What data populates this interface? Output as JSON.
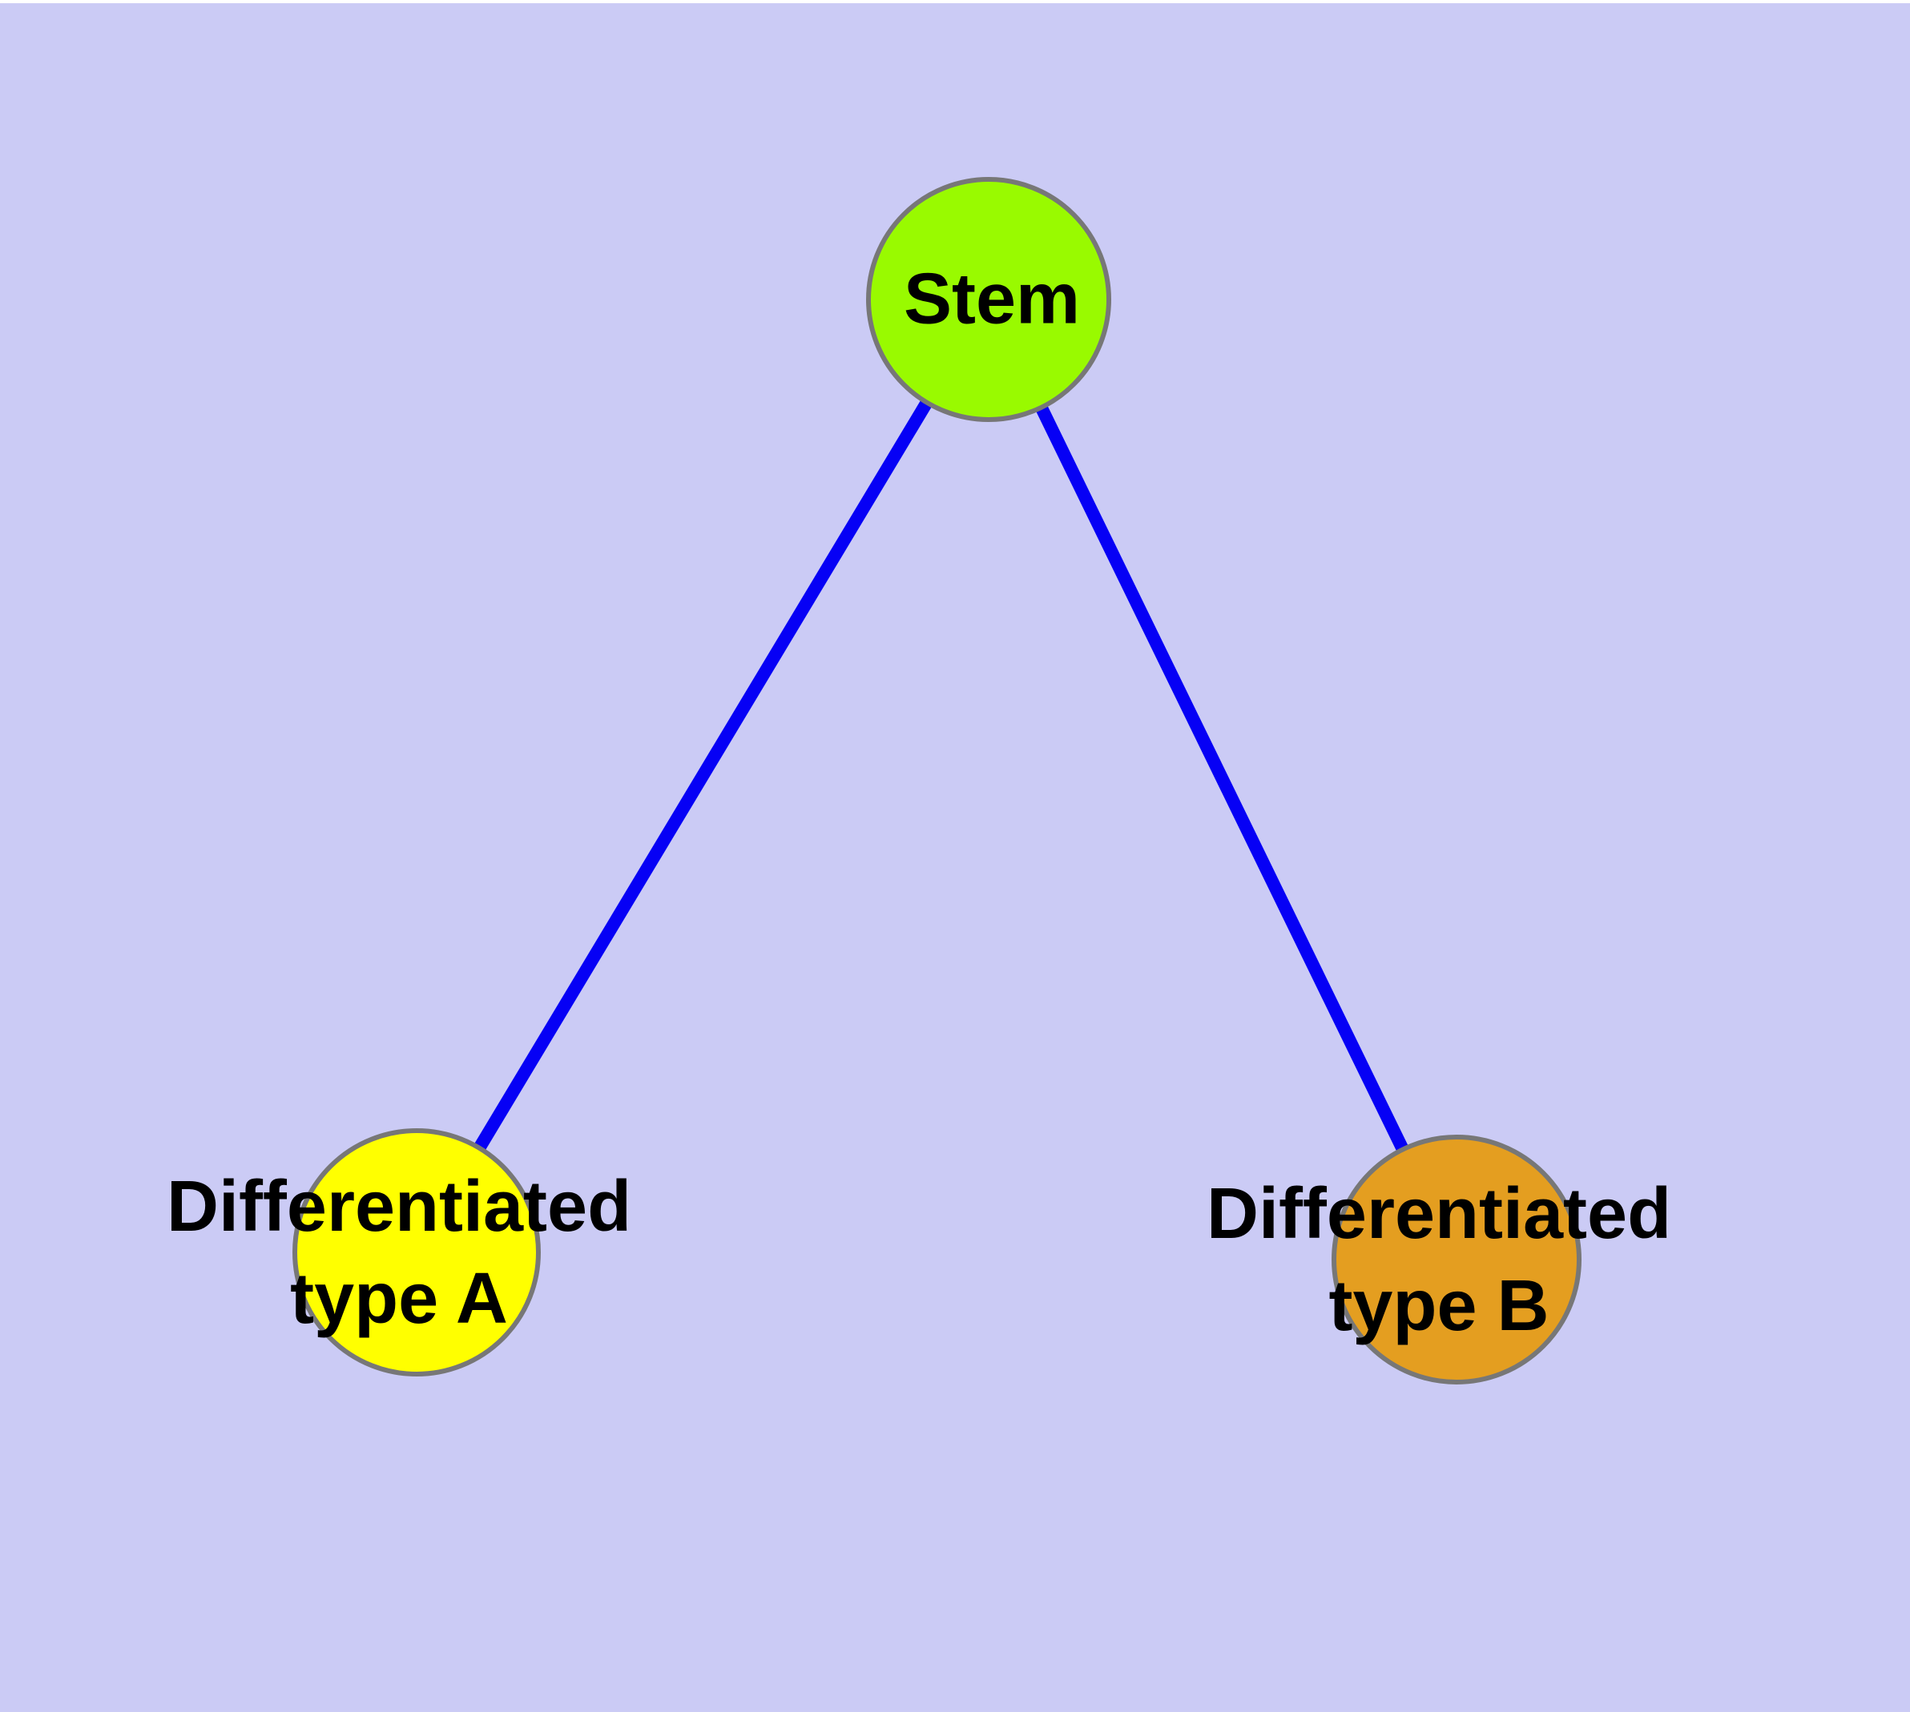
{
  "diagram": {
    "type": "node-link-graph",
    "description": "Stem cell differentiation diagram: a stem node linked to two differentiated cell types",
    "background_color": "#CBCBF5",
    "top_margin_color": "#FFFFFF",
    "edge_color": "#0600F5",
    "node_border_color": "#777777",
    "label_color": "#000000",
    "nodes": [
      {
        "id": "stem",
        "label": "Stem",
        "fill": "#99FA00",
        "label_lines": [
          "Stem"
        ]
      },
      {
        "id": "differentiated-type-a",
        "label": "Differentiated type A",
        "fill": "#FFFF00",
        "label_lines": [
          "Differentiated",
          "type A"
        ]
      },
      {
        "id": "differentiated-type-b",
        "label": "Differentiated type B",
        "fill": "#E49E20",
        "label_lines": [
          "Differentiated",
          "type B"
        ]
      }
    ],
    "edges": [
      {
        "from": "Stem",
        "to": "Differentiated type A"
      },
      {
        "from": "Stem",
        "to": "Differentiated type B"
      }
    ]
  }
}
